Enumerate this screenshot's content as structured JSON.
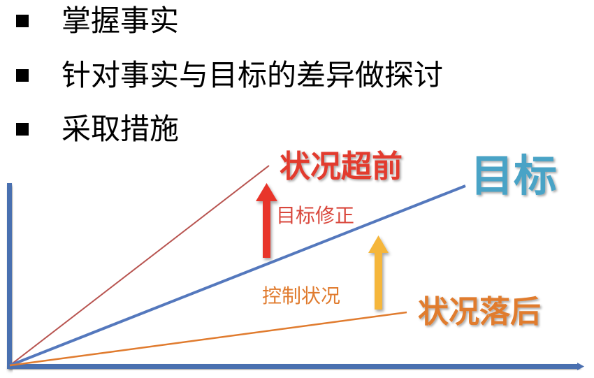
{
  "bullets": [
    {
      "text": "掌握事实"
    },
    {
      "text": "针对事实与目标的差异做探讨"
    },
    {
      "text": "采取措施"
    }
  ],
  "diagram": {
    "labels": {
      "ahead": "状况超前",
      "target": "目标",
      "behind": "状况落后",
      "correct_target": "目标修正",
      "control_status": "控制状况"
    },
    "colors": {
      "axis": "#4a6fb0",
      "target_line": "#5478bd",
      "ahead_line": "#b85450",
      "behind_line": "#e07b2e",
      "ahead_text": "#e23a2e",
      "target_text": "#4aa3c6",
      "behind_text": "#e07b2e",
      "up_arrow_red": "#e8352b",
      "up_arrow_yellow": "#f5b63a",
      "correct_target_text": "#d9473c",
      "control_status_text": "#e07b2e"
    }
  }
}
